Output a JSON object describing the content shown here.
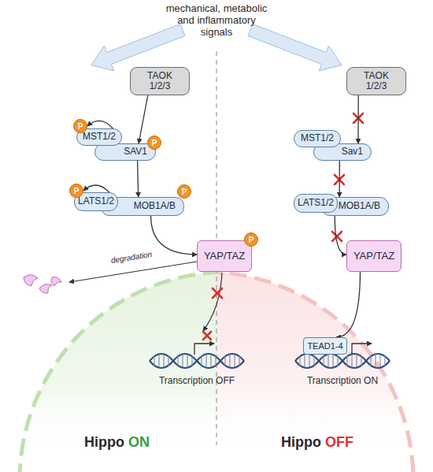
{
  "diagram": {
    "nodes": [
      {
        "text": [
          "TAOK 1/2/3"
        ]
      },
      {
        "text": [
          "P"
        ]
      },
      {
        "text": [
          "MST1/2"
        ]
      },
      {
        "text": [
          "P"
        ]
      },
      {
        "text": [
          "SAV1"
        ]
      },
      {
        "text": [
          "P"
        ]
      },
      {
        "text": [
          "LATS1/2"
        ]
      },
      {
        "text": [
          "MOB1A/B"
        ]
      },
      {
        "text": [
          "P"
        ]
      },
      {
        "text": [
          "YAP/TAZ"
        ]
      },
      {
        "text": [
          "P"
        ]
      },
      {
        "text": [
          "TAOK 1/2/3"
        ]
      },
      {
        "text": [
          "MST1/2"
        ]
      },
      {
        "text": [
          "Sav1"
        ]
      },
      {
        "text": [
          "LATS1/2"
        ]
      },
      {
        "text": [
          "MOB1A/B"
        ]
      },
      {
        "text": [
          "YAP/TAZ"
        ]
      },
      {
        "text": [
          "TEAD1-4"
        ]
      }
    ],
    "edges": [
      {
        "from": 0,
        "to": 4,
        "arrow": "to"
      },
      {
        "from": 2,
        "to": 1,
        "arrow": "to"
      },
      {
        "from": 4,
        "to": 7,
        "arrow": "to"
      },
      {
        "from": 6,
        "to": 5,
        "arrow": "to"
      },
      {
        "from": 7,
        "to": 9,
        "arrow": "to"
      },
      {
        "from": 11,
        "to": 13,
        "arrow": "to"
      },
      {
        "from": 13,
        "to": 15,
        "arrow": "to"
      },
      {
        "from": 15,
        "to": 16,
        "arrow": "to"
      },
      {
        "from": 16,
        "to": 17,
        "arrow": "to"
      }
    ],
    "labels": [
      "mechanical, metabolic and inflammatory signals",
      "degradation",
      "Transcription OFF",
      "Transcription ON",
      "Hippo",
      "ON",
      "Hippo",
      "OFF"
    ]
  }
}
